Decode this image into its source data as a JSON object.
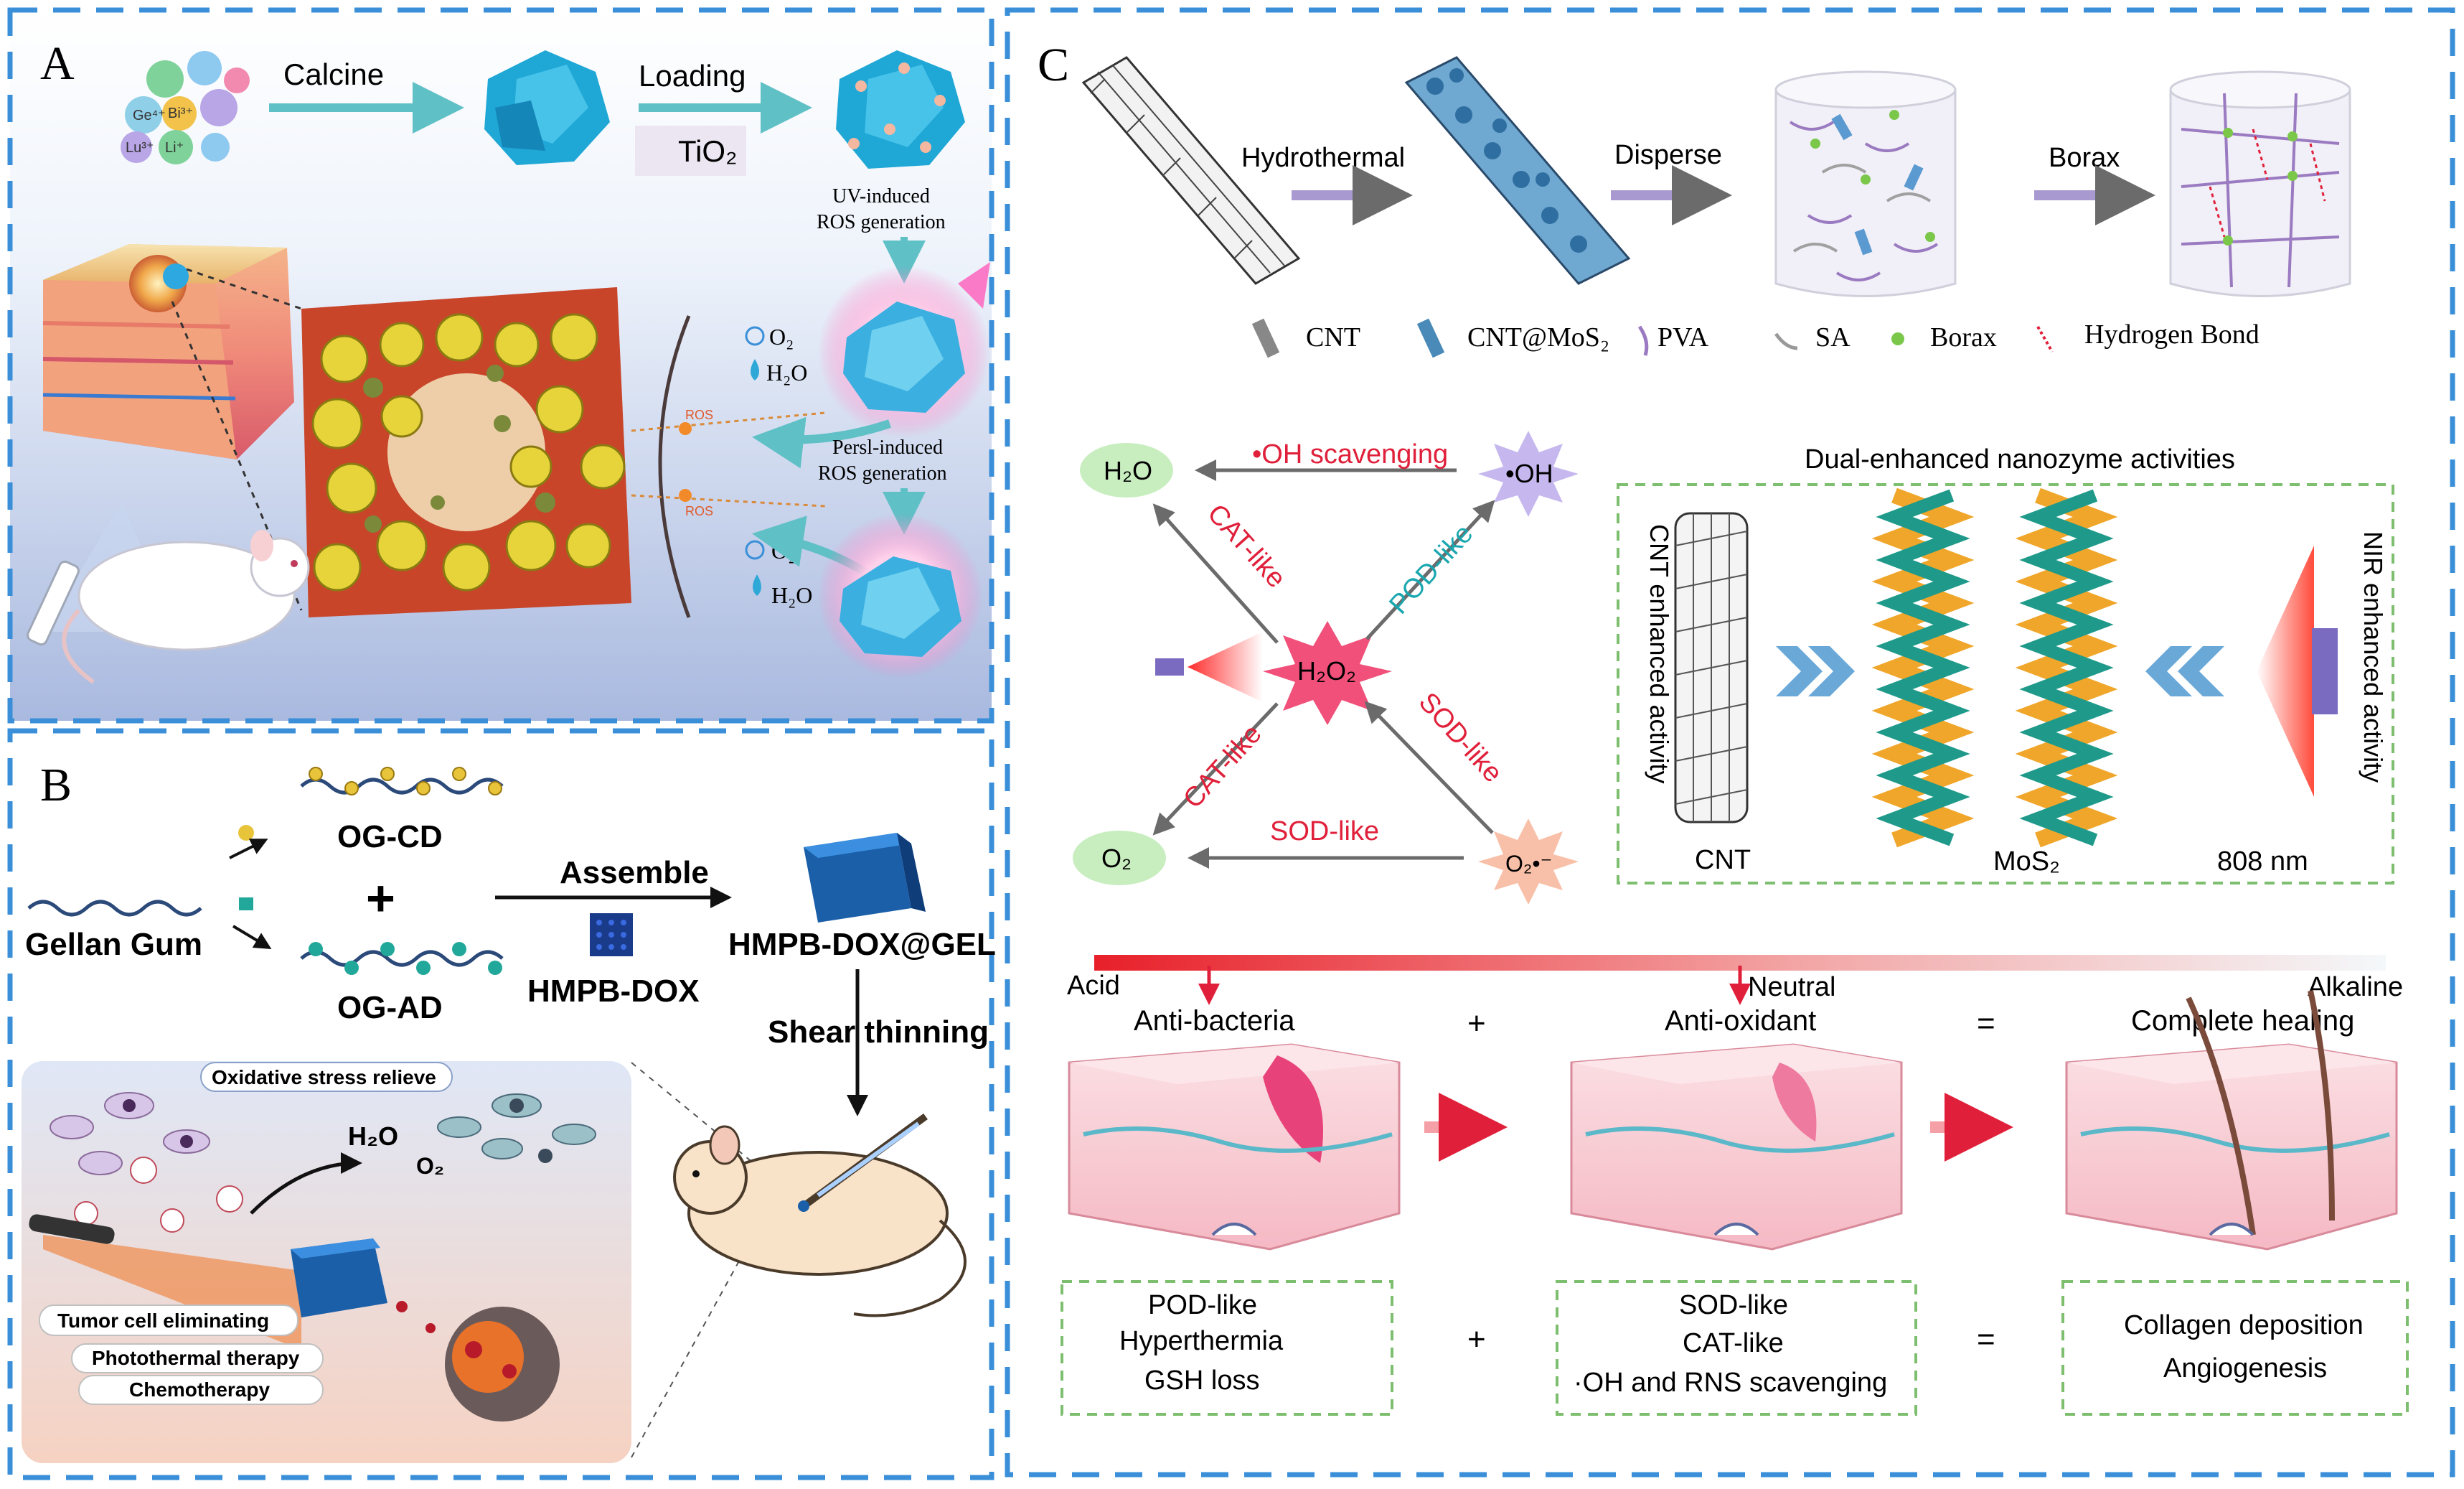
{
  "panel_a": {
    "label": "A",
    "calcine": "Calcine",
    "loading": "Loading",
    "tio2": "TiO₂",
    "ion_labels": [
      "Ge⁴⁺",
      "Bi³⁺",
      "Lu³⁺",
      "Li⁺"
    ],
    "uv_line1": "UV-induced",
    "uv_line2": "ROS generation",
    "persl_line1": "Persl-induced",
    "persl_line2": "ROS generation",
    "o2": "O₂",
    "h2o": "H₂O",
    "ros": "ROS"
  },
  "panel_b": {
    "label": "B",
    "gellan_gum": "Gellan Gum",
    "og_cd": "OG-CD",
    "og_ad": "OG-AD",
    "plus": "+",
    "assemble": "Assemble",
    "hmpb_dox": "HMPB-DOX",
    "hmpb_dox_gel": "HMPB-DOX@GEL",
    "shear_thinning": "Shear thinning",
    "oxidative": "Oxidative stress relieve",
    "h2o": "H₂O",
    "o2": "O₂",
    "tumor": "Tumor cell eliminating",
    "photothermal": "Photothermal therapy",
    "chemo": "Chemotherapy"
  },
  "panel_c": {
    "label": "C",
    "hydrothermal": "Hydrothermal",
    "disperse": "Disperse",
    "borax": "Borax",
    "legend": [
      "CNT",
      "CNT@MoS₂",
      "PVA",
      "SA",
      "Borax",
      "Hydrogen Bond"
    ],
    "oh_scavenging": "•OH scavenging",
    "h2o": "H₂O",
    "oh": "•OH",
    "h2o2": "H₂O₂",
    "o2": "O₂",
    "o2_radical": "O₂•⁻",
    "cat_like_top": "CAT-like",
    "pod_like": "POD-like",
    "cat_like_bottom": "CAT-like",
    "sod_like_diag": "SOD-like",
    "sod_like_bottom": "SOD-like",
    "dual_title": "Dual-enhanced nanozyme activities",
    "cnt_enhanced": "CNT enhanced activity",
    "nir_enhanced": "NIR enhanced activity",
    "cnt": "CNT",
    "mos2": "MoS₂",
    "nm808": "808 nm",
    "ph_labels": [
      "Acid",
      "Neutral",
      "Alkaline"
    ],
    "stages": [
      "Anti-bacteria",
      "Anti-oxidant",
      "Complete healing"
    ],
    "plus": "+",
    "equals": "=",
    "box1": [
      "POD-like",
      "Hyperthermia",
      "GSH loss"
    ],
    "box2": [
      "SOD-like",
      "CAT-like",
      "·OH and RNS scavenging"
    ],
    "box3": [
      "Collagen deposition",
      "Angiogenesis"
    ]
  },
  "colors": {
    "panel_border": "#3a8fd8",
    "arrow_teal": "#5fc0c6",
    "arrow_lavender": "#a89ad0",
    "red_label": "#e0203a",
    "teal_label": "#1aa7b0",
    "green_dash": "#7dbf6e"
  }
}
